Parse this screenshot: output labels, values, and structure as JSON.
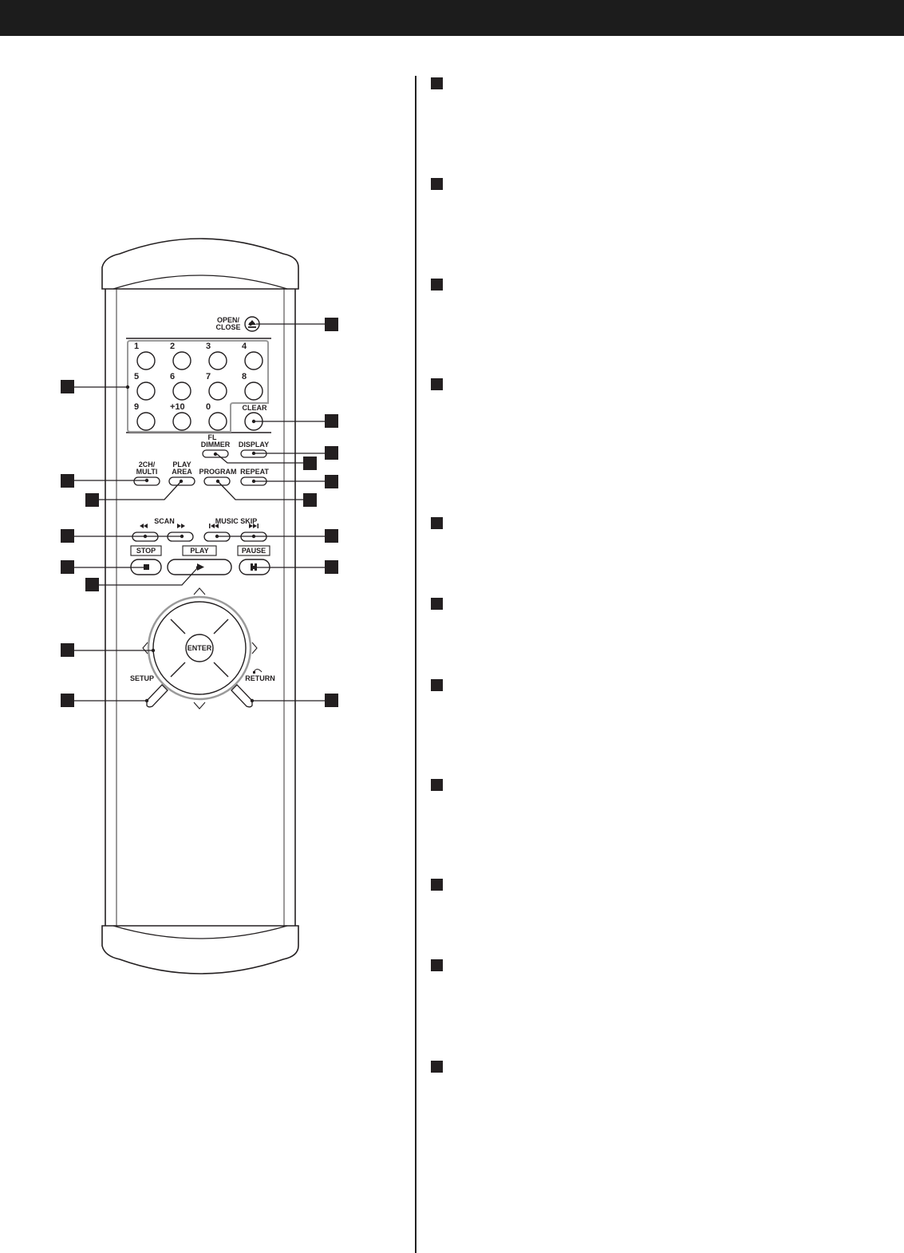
{
  "remote": {
    "open_close_line1": "OPEN/",
    "open_close_line2": "CLOSE",
    "digits": [
      "1",
      "2",
      "3",
      "4",
      "5",
      "6",
      "7",
      "8",
      "9",
      "+10",
      "0"
    ],
    "clear": "CLEAR",
    "fl_dimmer_line1": "FL",
    "fl_dimmer_line2": "DIMMER",
    "display": "DISPLAY",
    "twoch_line1": "2CH/",
    "twoch_line2": "MULTI",
    "play_area_line1": "PLAY",
    "play_area_line2": "AREA",
    "program": "PROGRAM",
    "repeat": "REPEAT",
    "scan": "SCAN",
    "music_skip": "MUSIC SKIP",
    "stop": "STOP",
    "play": "PLAY",
    "pause": "PAUSE",
    "enter": "ENTER",
    "setup": "SETUP",
    "return": "RETURN"
  },
  "colors": {
    "marker": "#231f20",
    "header": "#1c1c1c",
    "outline": "#231f20",
    "panel_frame": "#9a9a9a"
  }
}
